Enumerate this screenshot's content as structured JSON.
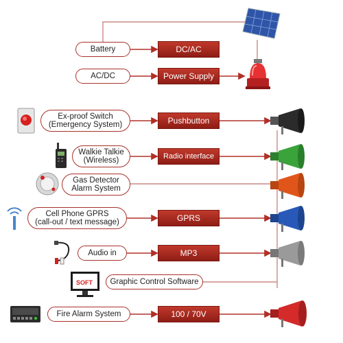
{
  "inputs": {
    "battery": "Battery",
    "acdc": "AC/DC",
    "exproof_line1": "Ex-proof Switch",
    "exproof_line2": "(Emergency System)",
    "walkie_line1": "Walkie Talkie",
    "walkie_line2": "(Wireless)",
    "gas_line1": "Gas Detector",
    "gas_line2": "Alarm System",
    "gprs_line1": "Cell Phone GPRS",
    "gprs_line2": "(call-out / text message)",
    "audio": "Audio in",
    "software": "Graphic Control Software",
    "fire": "Fire Alarm System"
  },
  "modules": {
    "dcac": "DC/AC",
    "power": "Power Supply",
    "pushbutton": "Pushbutton",
    "radio": "Radio interface",
    "gprs": "GPRS",
    "mp3": "MP3",
    "voltage": "100 / 70V"
  },
  "logo_text": "SOFT",
  "colors": {
    "accent": "#b03028",
    "line": "#c98a84",
    "horn_black": "#2b2b2b",
    "horn_green": "#3aa33a",
    "horn_orange": "#e0561a",
    "horn_blue": "#2859b8",
    "horn_grey": "#9a9a9a",
    "horn_red": "#d42a2a"
  }
}
